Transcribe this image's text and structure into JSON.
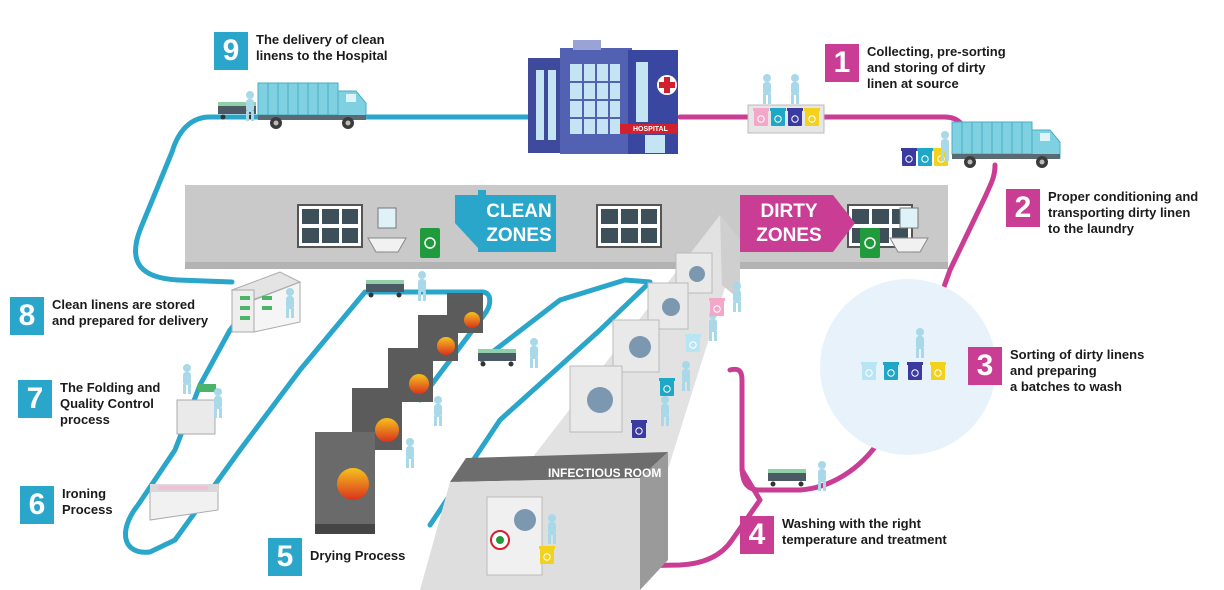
{
  "steps": [
    {
      "number": "1",
      "color": "pink",
      "lines": [
        "Collecting, pre-sorting",
        "and storing of dirty",
        "linen at source"
      ]
    },
    {
      "number": "2",
      "color": "pink",
      "lines": [
        "Proper conditioning and",
        "transporting dirty linen",
        "to the laundry"
      ]
    },
    {
      "number": "3",
      "color": "pink",
      "lines": [
        "Sorting of dirty linens",
        "and preparing",
        "a batches to wash"
      ]
    },
    {
      "number": "4",
      "color": "pink",
      "lines": [
        "Washing with the right",
        "temperature and treatment"
      ]
    },
    {
      "number": "5",
      "color": "blue",
      "lines": [
        "Drying Process"
      ]
    },
    {
      "number": "6",
      "color": "blue",
      "lines": [
        "Ironing",
        "Process"
      ]
    },
    {
      "number": "7",
      "color": "blue",
      "lines": [
        "The Folding and",
        "Quality Control",
        "process"
      ]
    },
    {
      "number": "8",
      "color": "blue",
      "lines": [
        "Clean linens are stored",
        "and prepared for delivery"
      ]
    },
    {
      "number": "9",
      "color": "blue",
      "lines": [
        "The delivery of clean",
        "linens to the Hospital"
      ]
    }
  ],
  "zones": {
    "clean": [
      "CLEAN",
      "ZONES"
    ],
    "dirty": [
      "DIRTY",
      "ZONES"
    ]
  },
  "labels": {
    "hospital": "HOSPITAL",
    "infectious_room": "INFECTIOUS ROOM"
  },
  "colors": {
    "clean_path": "#2ba6cb",
    "dirty_path": "#c93d94",
    "wall": "#c9c9c9",
    "machine": "#6a6a6a"
  },
  "icons": [
    "hospital-building-icon",
    "delivery-truck-icon",
    "washing-machine-icon",
    "dryer-icon",
    "recycle-bin-icon",
    "worker-icon",
    "linen-cart-icon",
    "window-icon",
    "sink-icon"
  ]
}
